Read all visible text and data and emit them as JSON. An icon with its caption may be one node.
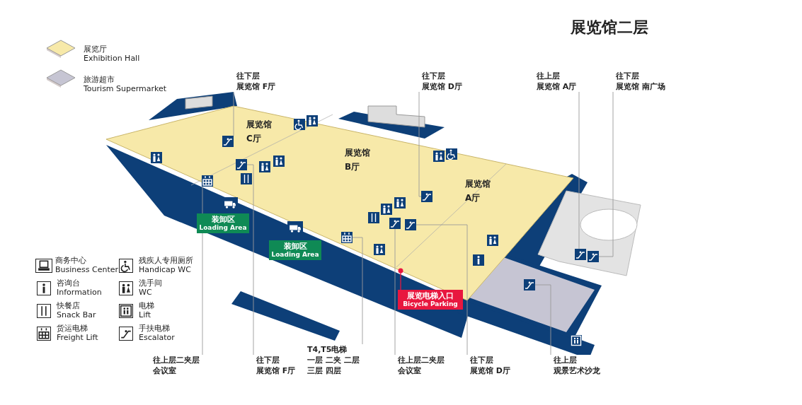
{
  "diagram": {
    "title": "展览馆二层",
    "nodes": [
      {
        "text": [
          "往下层展览馆 F厅"
        ]
      },
      {
        "text": [
          "往下层展览馆 D厅"
        ]
      },
      {
        "text": [
          "往上层展览馆 A厅"
        ]
      },
      {
        "text": [
          "往下层展览馆 南广场"
        ]
      },
      {
        "text": [
          "展览馆C厅"
        ]
      },
      {
        "text": [
          "展览馆B厅"
        ]
      },
      {
        "text": [
          "展览馆A厅"
        ]
      },
      {
        "text": [
          "装卸区",
          "Loading Area"
        ]
      },
      {
        "text": [
          "装卸区",
          "Loading Area"
        ]
      },
      {
        "text": [
          "展览电梯入口",
          "Bicycle Parking"
        ]
      },
      {
        "text": [
          "往上层二夹层会议室"
        ]
      },
      {
        "text": [
          "往下层展览馆 F厅"
        ]
      },
      {
        "text": [
          "T4,T5电梯一层 二夹 二层三层 四层"
        ]
      },
      {
        "text": [
          "往上层二夹层会议室"
        ]
      },
      {
        "text": [
          "往下层展览馆 D厅"
        ]
      },
      {
        "text": [
          "往上层观景艺术沙龙"
        ]
      },
      {
        "text": [],
        "shape": "picture"
      },
      {
        "text": [],
        "shape": "picture"
      },
      {
        "text": [],
        "shape": "picture"
      },
      {
        "text": [],
        "shape": "picture"
      },
      {
        "text": [],
        "shape": "picture"
      },
      {
        "text": [],
        "shape": "picture"
      },
      {
        "text": [],
        "shape": "picture"
      },
      {
        "text": [],
        "shape": "picture"
      },
      {
        "text": [],
        "shape": "picture"
      },
      {
        "text": [],
        "shape": "picture"
      }
    ],
    "edges": [
      {
        "from": 0,
        "to": 17,
        "arrow": "none"
      },
      {
        "from": 1,
        "to": 22,
        "arrow": "none"
      },
      {
        "from": 2,
        "to": 24,
        "arrow": "none"
      },
      {
        "from": 3,
        "to": 25,
        "arrow": "none"
      },
      {
        "from": 9,
        "to": null,
        "arrow": "other",
        "color": "#e8173f"
      },
      {
        "from": 10,
        "to": 16,
        "arrow": "none"
      },
      {
        "from": 11,
        "to": 18,
        "arrow": "none"
      },
      {
        "from": 12,
        "to": 19,
        "arrow": "none"
      },
      {
        "from": 13,
        "to": 20,
        "arrow": "none"
      },
      {
        "from": 14,
        "to": 21,
        "arrow": "none"
      },
      {
        "from": 15,
        "to": 23,
        "arrow": "none"
      }
    ],
    "legend": [
      {
        "text": "展览厅 Exhibition Hall",
        "color": "#f7e9a9"
      },
      {
        "text": "旅游超市 Tourism Supermarket",
        "color": "#c6c5d3"
      },
      {
        "text": "商务中心 Business Center"
      },
      {
        "text": "残疾人专用厕所 Handicap WC"
      },
      {
        "text": "咨询台 Information"
      },
      {
        "text": "洗手间 WC"
      },
      {
        "text": "快餐店 Snack Bar"
      },
      {
        "text": "电梯 Lift"
      },
      {
        "text": "货运电梯 Freight Lift"
      },
      {
        "text": "手扶电梯 Escalator"
      }
    ]
  }
}
